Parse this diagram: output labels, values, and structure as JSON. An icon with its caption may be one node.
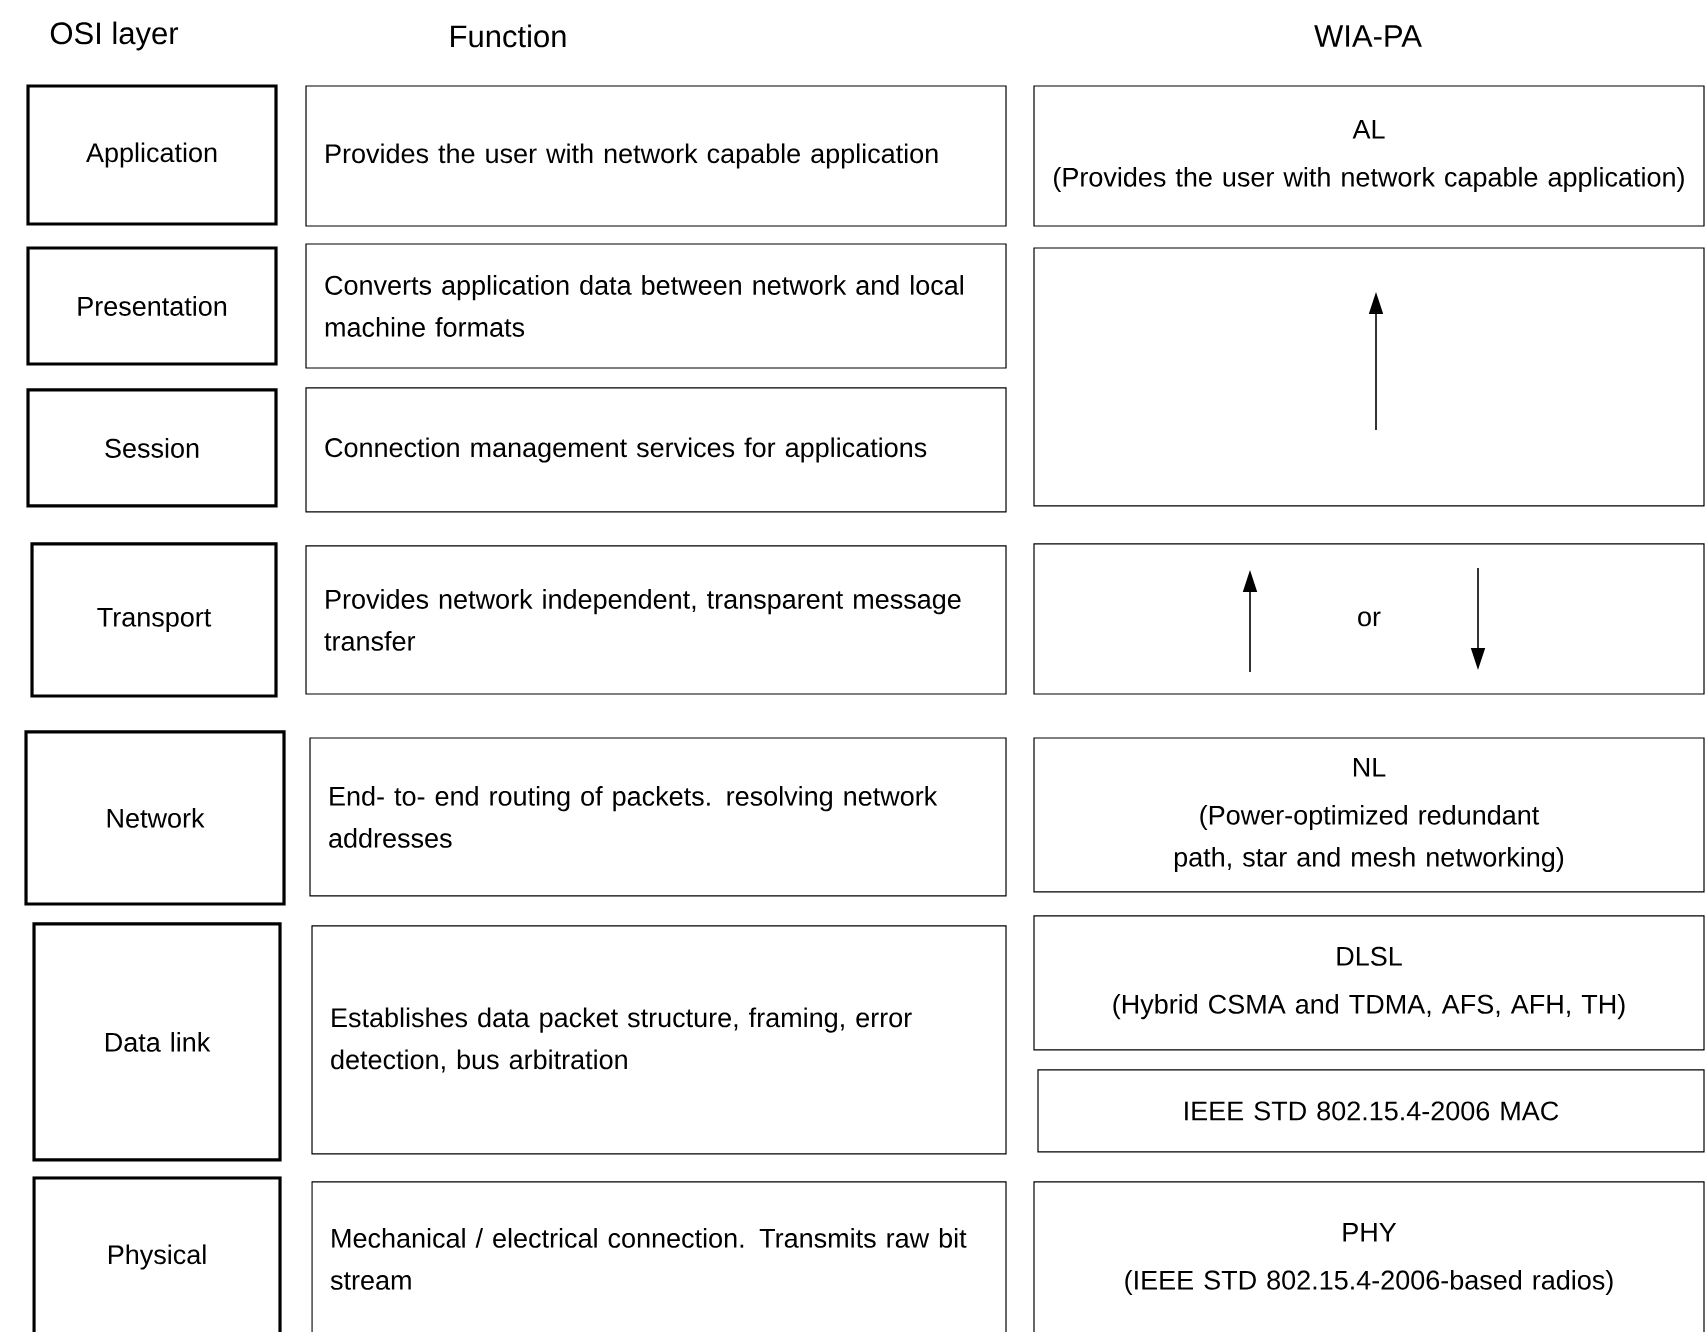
{
  "diagram": {
    "nodes": [
      {
        "text": [
          "Application"
        ]
      },
      {
        "text": [
          "Provides the user with network capable application"
        ]
      },
      {
        "text": [
          "AL",
          "(Provides the user with network capable application)"
        ]
      },
      {
        "text": [
          "Presentation"
        ]
      },
      {
        "text": [
          "Converts application data between network and local machine formats"
        ]
      },
      {
        "text": [],
        "shape": "box"
      },
      {
        "text": [
          "Session"
        ]
      },
      {
        "text": [
          "Connection management services for applications"
        ]
      },
      {
        "text": [
          "Transport"
        ]
      },
      {
        "text": [
          "Provides network independent, transparent message transfer"
        ]
      },
      {
        "text": [
          "or"
        ]
      },
      {
        "text": [
          "Network"
        ]
      },
      {
        "text": [
          "End- to- end routing of packets. resolving network addresses"
        ]
      },
      {
        "text": [
          "NL",
          "(Power-optimized redundant path, star and mesh networking)"
        ]
      },
      {
        "text": [
          "Data link"
        ]
      },
      {
        "text": [
          "Establishes data packet structure, framing, error detection, bus arbitration"
        ]
      },
      {
        "text": [
          "DLSL",
          "(Hybrid CSMA and TDMA, AFS, AFH, TH)"
        ]
      },
      {
        "text": [
          "IEEE STD 802.15.4-2006 MAC"
        ]
      },
      {
        "text": [
          "Physical"
        ]
      },
      {
        "text": [
          "Mechanical / electrical connection. Transmits raw bit stream"
        ]
      },
      {
        "text": [
          "PHY",
          "(IEEE STD 802.15.4-2006-based radios)"
        ]
      }
    ],
    "labels": [
      "OSI layer",
      "Function",
      "WIA-PA"
    ]
  }
}
